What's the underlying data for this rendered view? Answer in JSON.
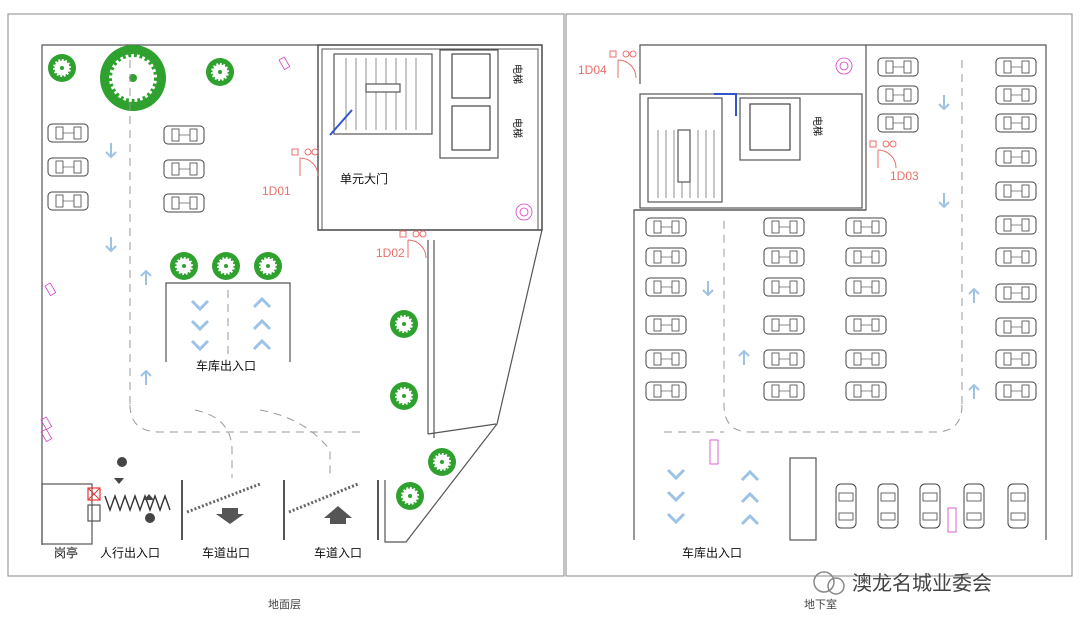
{
  "ground": {
    "caption": "地面层",
    "unit_door": "单元大门",
    "garage_entry": "车库出入口",
    "guard": "岗亭",
    "pedestrian": "人行出入口",
    "lane_exit": "车道出口",
    "lane_entry": "车道入口",
    "doors": [
      "1D01",
      "1D02"
    ],
    "elevators": [
      "电梯",
      "电梯"
    ]
  },
  "basement": {
    "caption": "地下室",
    "garage_entry": "车库出入口",
    "doors": [
      "1D04",
      "1D03"
    ],
    "elevators": [
      "电梯"
    ]
  },
  "watermark": "澳龙名城业委会",
  "colors": {
    "line": "#555555",
    "door": "#e8706a",
    "device": "#d63fc7",
    "arrow": "#9cc3e6",
    "tree": "#2fa12f"
  }
}
